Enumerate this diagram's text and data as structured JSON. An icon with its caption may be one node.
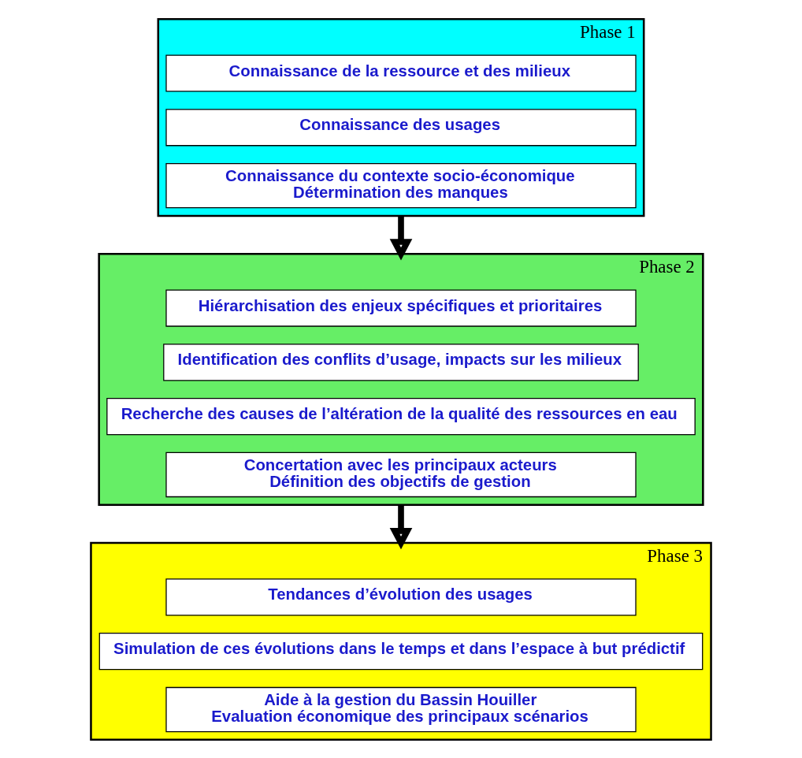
{
  "diagram": {
    "nodes": [
      {
        "text": [
          "Phase 1"
        ]
      },
      {
        "text": [
          "Connaissance de la ressource et des milieux"
        ],
        "in": 0
      },
      {
        "text": [
          "Connaissance des usages"
        ],
        "in": 0
      },
      {
        "text": [
          "Connaissance du contexte socio-économique",
          "Détermination des manques"
        ],
        "in": 0
      },
      {
        "text": [
          "Phase 2"
        ]
      },
      {
        "text": [
          "Hiérarchisation des enjeux spécifiques et prioritaires"
        ],
        "in": 4
      },
      {
        "text": [
          "Identification des conflits d’usage, impacts sur les milieux"
        ],
        "in": 4
      },
      {
        "text": [
          "Recherche des causes de l’altération de la qualité des ressources en eau"
        ],
        "in": 4
      },
      {
        "text": [
          "Concertation avec les principaux acteurs",
          "Définition des objectifs de gestion"
        ],
        "in": 4
      },
      {
        "text": [
          "Phase 3"
        ]
      },
      {
        "text": [
          "Tendances d’évolution des usages"
        ],
        "in": 9
      },
      {
        "text": [
          "Simulation de ces évolutions dans le temps et dans l’espace à but prédictif"
        ],
        "in": 9
      },
      {
        "text": [
          "Aide à la gestion du Bassin Houiller",
          "Evaluation économique des principaux scénarios"
        ],
        "in": 9
      }
    ],
    "edges": [
      {
        "from": 0,
        "to": 4,
        "arrow": "to"
      },
      {
        "from": 4,
        "to": 9,
        "arrow": "to"
      }
    ]
  }
}
